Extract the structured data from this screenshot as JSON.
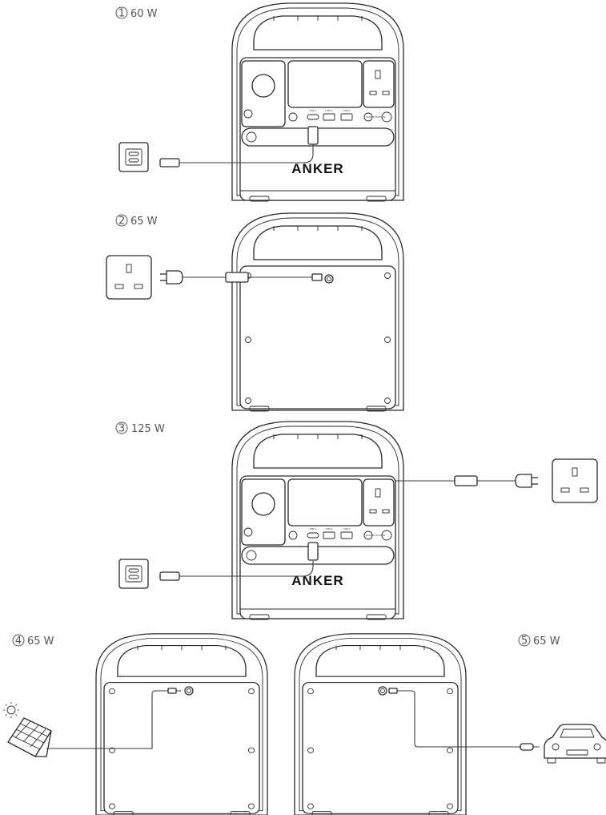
{
  "diagram": {
    "brand": "ANKER",
    "panel_labels": {
      "usb_c": "USB-C",
      "usb_a": "USB-A",
      "power_button": "POWER BUTTON"
    },
    "items": [
      {
        "number": "1",
        "power": "60 W",
        "source": "usb-c-wall-adapter"
      },
      {
        "number": "2",
        "power": "65 W",
        "source": "ac-wall-outlet"
      },
      {
        "number": "3",
        "power": "125 W",
        "source": "ac-outlet-plus-usb-c"
      },
      {
        "number": "4",
        "power": "65 W",
        "source": "solar-panel"
      },
      {
        "number": "5",
        "power": "65 W",
        "source": "car-charger"
      }
    ]
  }
}
